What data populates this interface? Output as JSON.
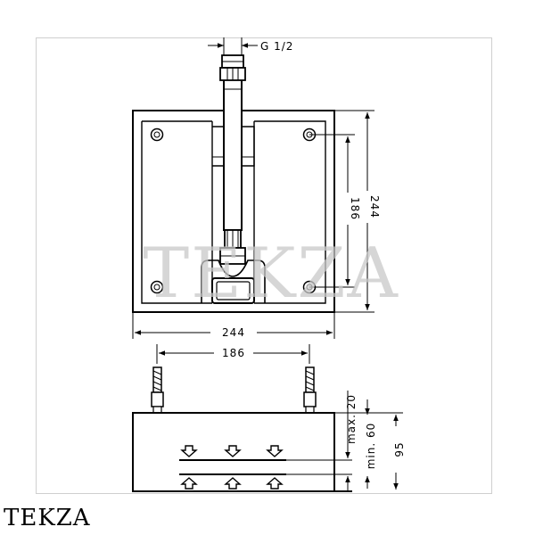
{
  "watermark": {
    "text": "TEKZA"
  },
  "brand": {
    "text": "TEKZA"
  },
  "dimensions": {
    "thread": "G 1/2",
    "top_width": "244",
    "top_inner_width": "186",
    "top_height": "244",
    "top_inner_height": "186",
    "rod_spacing": "186",
    "max_depth": "max. 20",
    "min_depth": "min. 60",
    "total_depth": "95"
  }
}
